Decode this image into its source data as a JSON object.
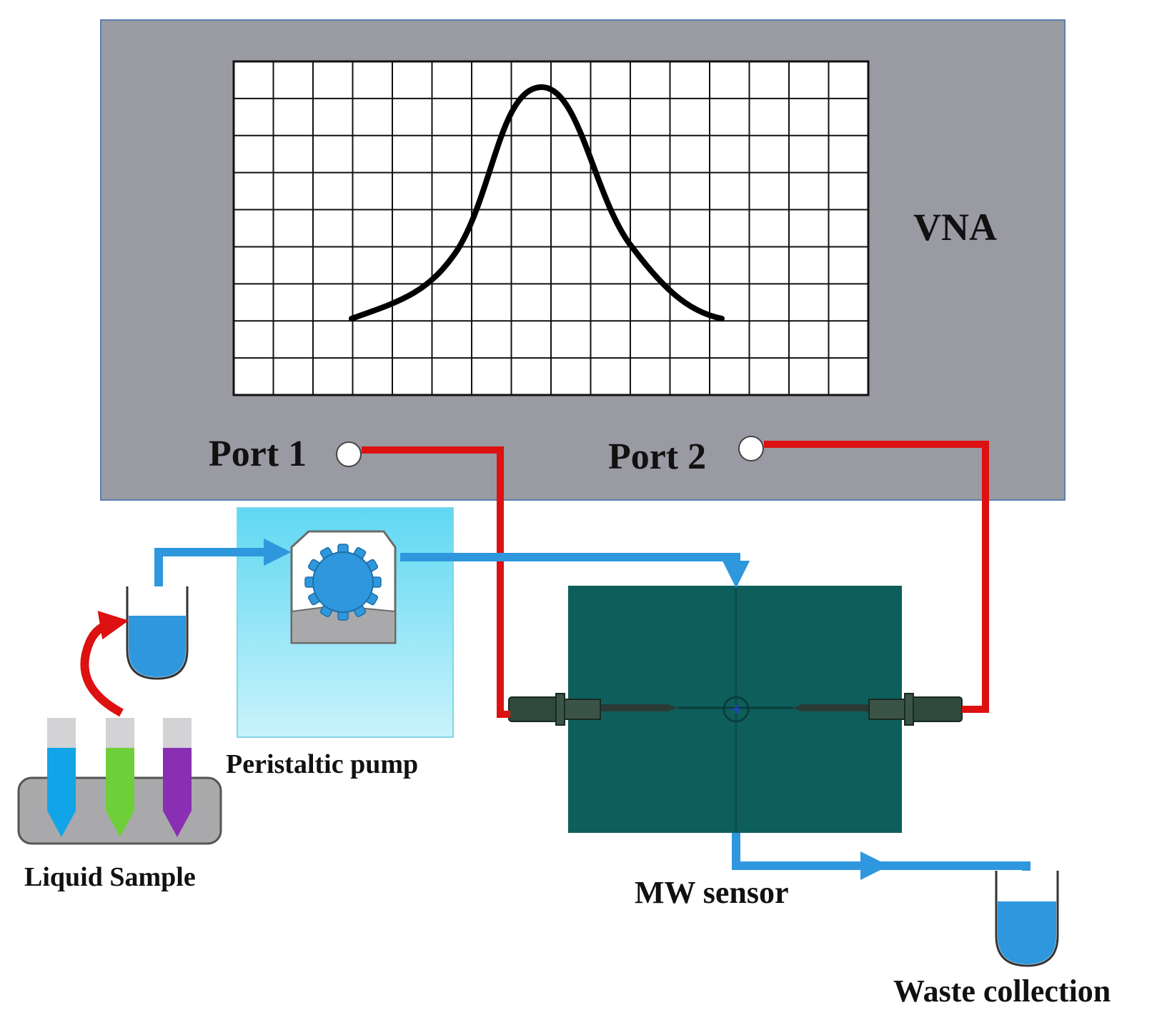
{
  "labels": {
    "vna": "VNA",
    "port1": "Port 1",
    "port2": "Port 2",
    "pump": "Peristaltic pump",
    "liquid_sample": "Liquid Sample",
    "sensor": "MW sensor",
    "waste": "Waste collection"
  },
  "colors": {
    "vna_body": "#9a9aa3",
    "cable": "#dd1111",
    "fluid": "#2f97dd",
    "pump_box": "#9fe8f7",
    "sensor": "#0e5e5c",
    "tube_blue": "#12a4e8",
    "tube_green": "#6fcf3a",
    "tube_purple": "#8a2fb3",
    "rack": "#a9a9ab",
    "cap": "#d3d3d6"
  },
  "icons": [
    "peristaltic-pump-icon",
    "beaker-icon",
    "test-tube-icon",
    "transfer-arrow-icon",
    "connector-icon"
  ]
}
